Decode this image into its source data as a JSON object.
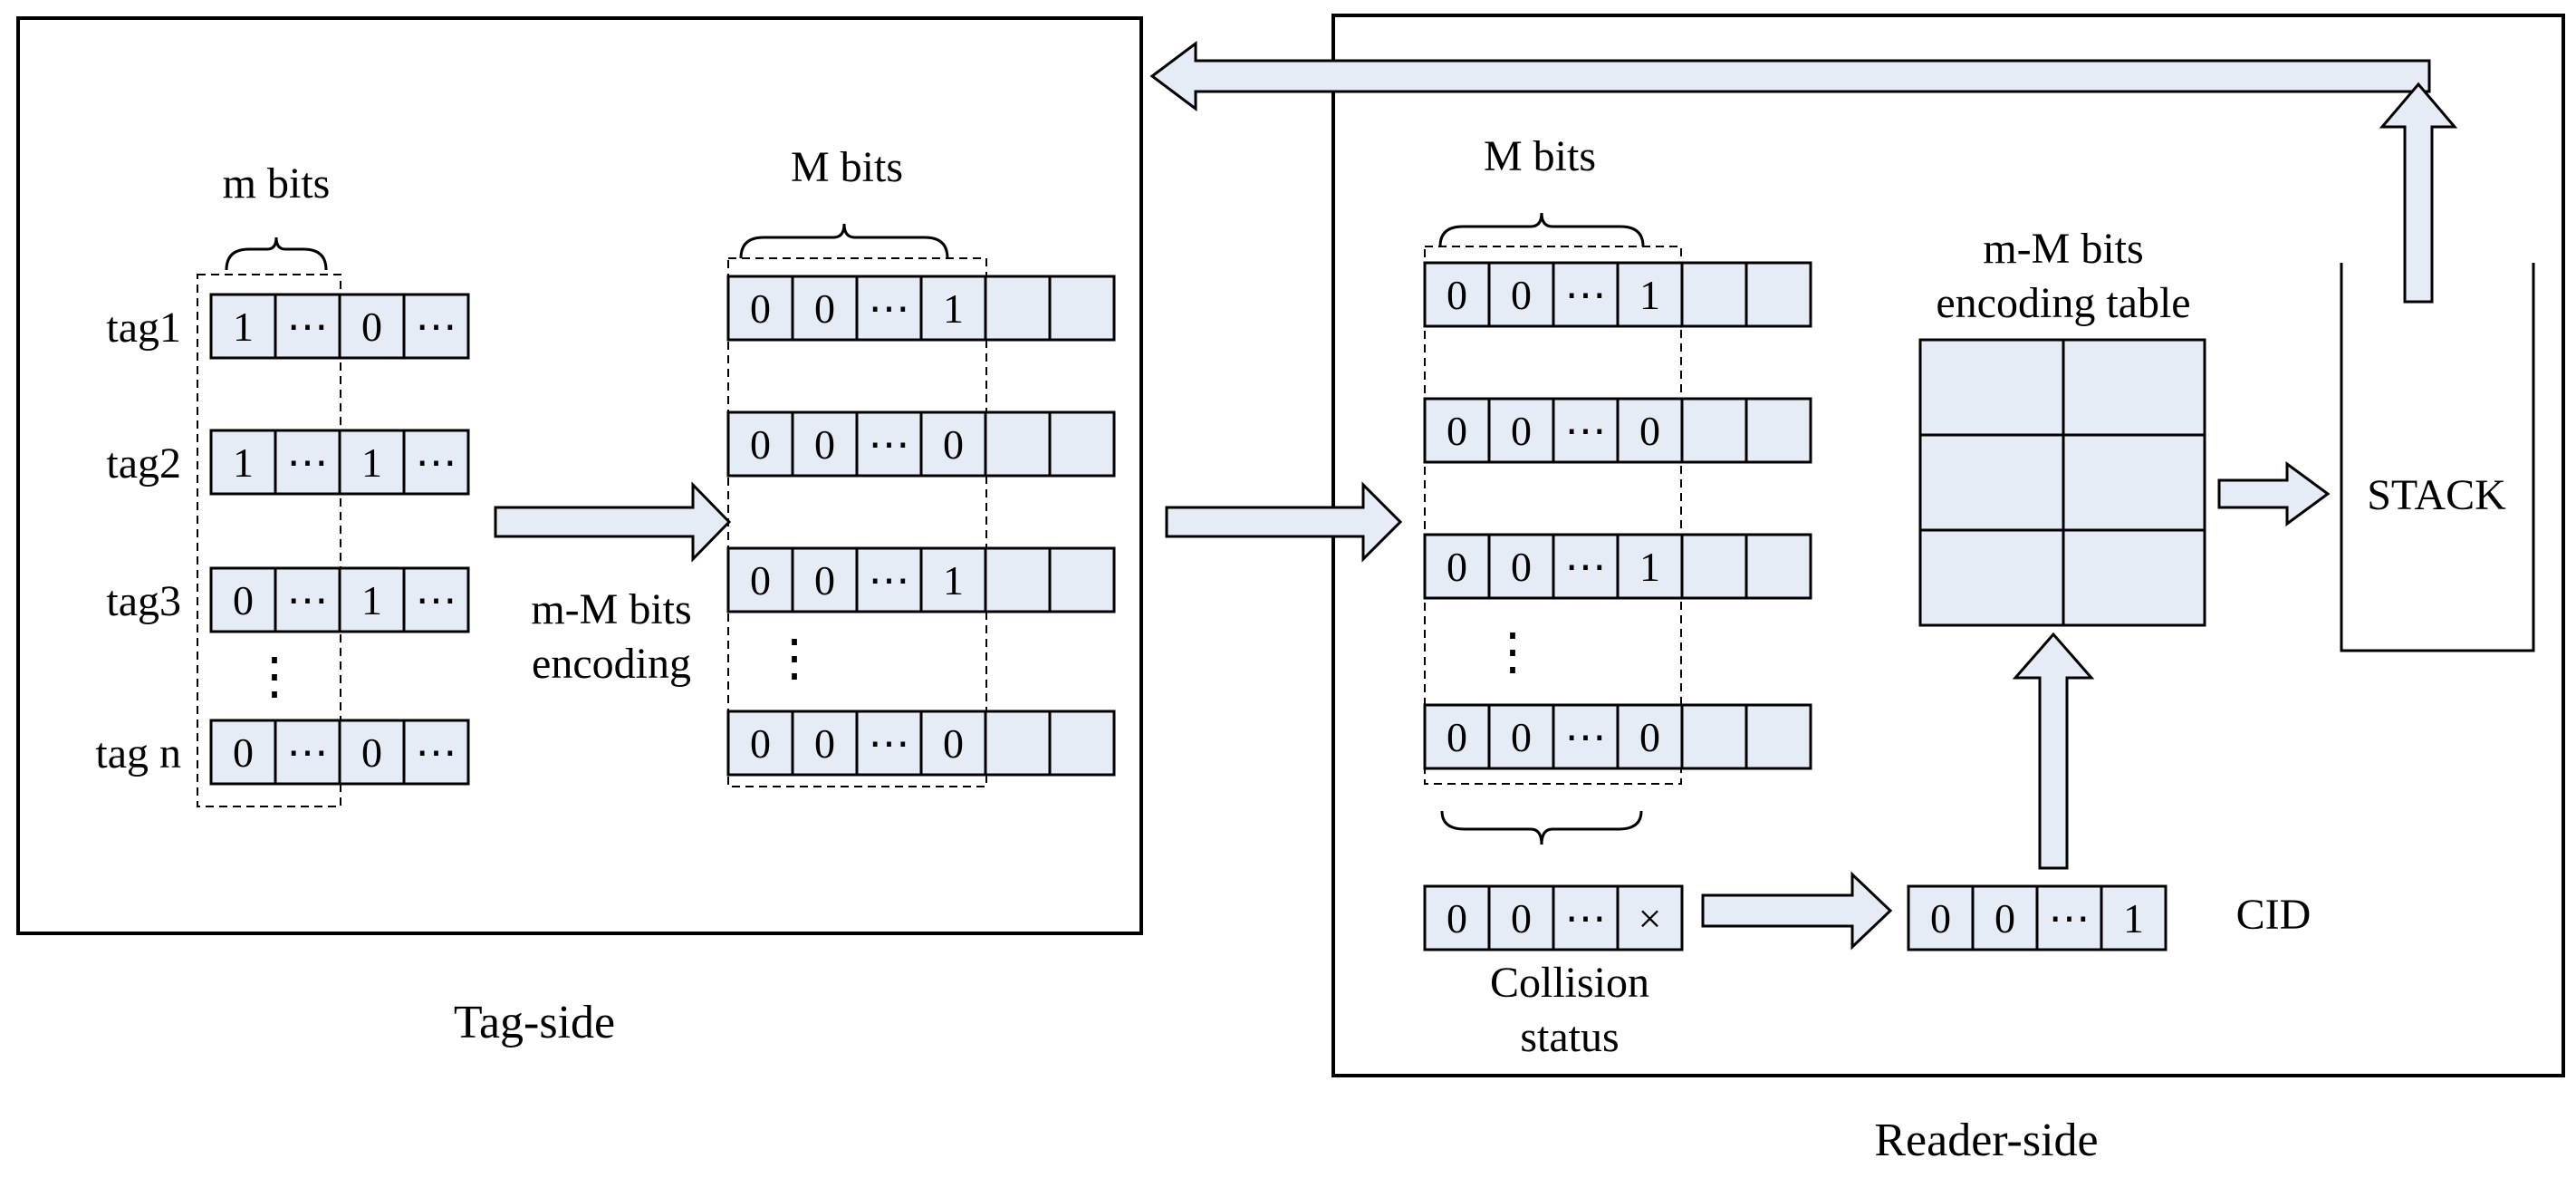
{
  "panels": {
    "tag_side_title": "Tag-side",
    "reader_side_title": "Reader-side"
  },
  "tag_side": {
    "m_bits_label": "m bits",
    "M_bits_label": "M bits",
    "encoding_label_line1": "m-M bits",
    "encoding_label_line2": "encoding",
    "tags": [
      {
        "name": "tag1",
        "bits": [
          "1",
          "⋯",
          "0",
          "⋯"
        ]
      },
      {
        "name": "tag2",
        "bits": [
          "1",
          "⋯",
          "1",
          "⋯"
        ]
      },
      {
        "name": "tag3",
        "bits": [
          "0",
          "⋯",
          "1",
          "⋯"
        ]
      },
      {
        "name": "tag n",
        "bits": [
          "0",
          "⋯",
          "0",
          "⋯"
        ]
      }
    ],
    "tag_ellipsis": "⋮",
    "encoded_rows": [
      [
        "0",
        "0",
        "⋯",
        "1",
        "",
        ""
      ],
      [
        "0",
        "0",
        "⋯",
        "0",
        "",
        ""
      ],
      [
        "0",
        "0",
        "⋯",
        "1",
        "",
        ""
      ],
      [
        "0",
        "0",
        "⋯",
        "0",
        "",
        ""
      ]
    ],
    "encoded_ellipsis": "⋮"
  },
  "reader_side": {
    "M_bits_label": "M bits",
    "received_rows": [
      [
        "0",
        "0",
        "⋯",
        "1",
        "",
        ""
      ],
      [
        "0",
        "0",
        "⋯",
        "0",
        "",
        ""
      ],
      [
        "0",
        "0",
        "⋯",
        "1",
        "",
        ""
      ],
      [
        "0",
        "0",
        "⋯",
        "0",
        "",
        ""
      ]
    ],
    "received_ellipsis": "⋮",
    "collision_row": [
      "0",
      "0",
      "⋯",
      "×"
    ],
    "collision_label_line1": "Collision",
    "collision_label_line2": "status",
    "cid_row": [
      "0",
      "0",
      "⋯",
      "1"
    ],
    "cid_label": "CID",
    "table_label_line1": "m-M bits",
    "table_label_line2": "encoding table",
    "stack_label": "STACK"
  },
  "colors": {
    "cell_fill": "#e5ecf5",
    "stroke": "#000000"
  }
}
